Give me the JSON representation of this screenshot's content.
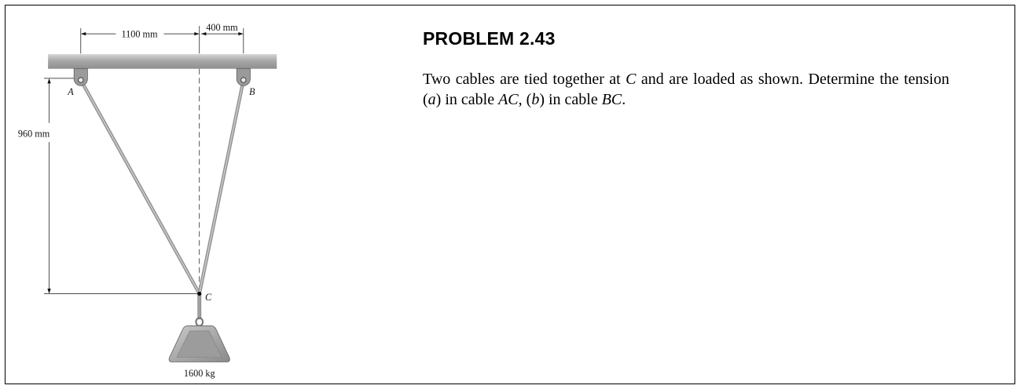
{
  "problem": {
    "title": "PROBLEM 2.43",
    "statement_parts": {
      "p1": "Two cables are tied together at ",
      "point_c": "C",
      "p2": " and are loaded as shown. Determine the tension (",
      "a": "a",
      "p3": ") in cable ",
      "cable_ac": "AC",
      "p4": ", (",
      "b": "b",
      "p5": ") in cable ",
      "cable_bc": "BC",
      "p6": "."
    }
  },
  "figure": {
    "dimensions": {
      "horizontal_ac": "1100 mm",
      "horizontal_bc": "400 mm",
      "vertical": "960 mm"
    },
    "points": {
      "a": "A",
      "b": "B",
      "c": "C"
    },
    "load": {
      "label": "1600 kg"
    }
  }
}
